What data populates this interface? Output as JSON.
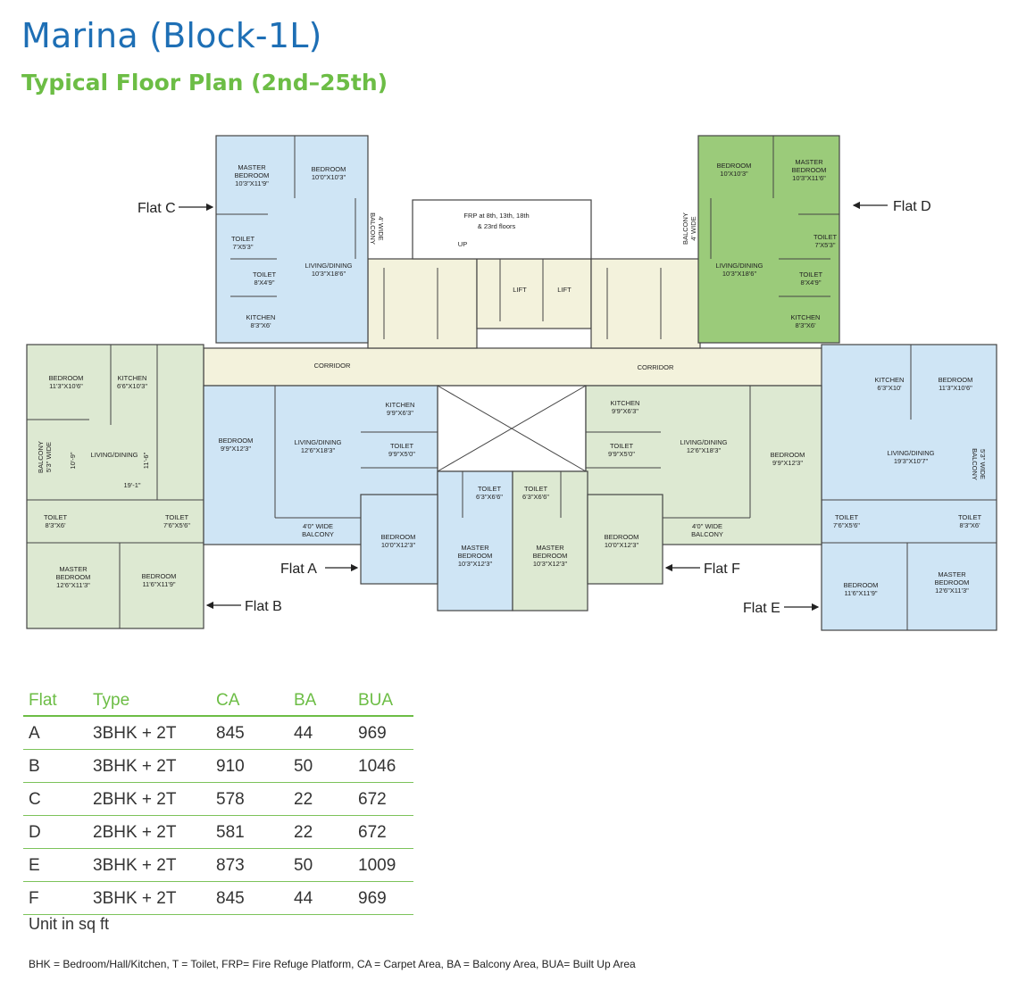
{
  "header": {
    "title": "Marina (Block-1L)",
    "subtitle": "Typical Floor Plan (2nd–25th)"
  },
  "colors": {
    "title": "#1e6fb5",
    "accent": "#6cbd45",
    "flat_blue": "#cfe5f5",
    "flat_green_light": "#dde9d2",
    "flat_green_dark": "#9bcb7a",
    "corridor": "#f3f2dc"
  },
  "plan": {
    "flat_labels": {
      "a": "Flat A",
      "b": "Flat B",
      "c": "Flat C",
      "d": "Flat D",
      "e": "Flat E",
      "f": "Flat F"
    },
    "common": {
      "corridor_left": "CORRIDOR",
      "corridor_right": "CORRIDOR",
      "lift_1": "LIFT",
      "lift_2": "LIFT",
      "frp": [
        "FRP at 8th, 13th, 18th",
        "& 23rd floors"
      ],
      "up": "UP"
    },
    "flat_c": {
      "master_bedroom": [
        "MASTER",
        "BEDROOM",
        "10'3\"X11'9\""
      ],
      "bedroom": [
        "BEDROOM",
        "10'0\"X10'3\""
      ],
      "toilet1": [
        "TOILET",
        "7'X5'3\""
      ],
      "toilet2": [
        "TOILET",
        "8'X4'9\""
      ],
      "living": [
        "LIVING/DINING",
        "10'3\"X18'6\""
      ],
      "kitchen": [
        "KITCHEN",
        "8'3\"X6'"
      ],
      "balcony": [
        "4' WIDE",
        "BALCONY"
      ]
    },
    "flat_d": {
      "bedroom": [
        "BEDROOM",
        "10'X10'3\""
      ],
      "master_bedroom": [
        "MASTER",
        "BEDROOM",
        "10'3\"X11'6\""
      ],
      "toilet1": [
        "TOILET",
        "7'X5'3\""
      ],
      "toilet2": [
        "TOILET",
        "8'X4'9\""
      ],
      "living": [
        "LIVING/DINING",
        "10'3\"X18'6\""
      ],
      "kitchen": [
        "KITCHEN",
        "8'3\"X6'"
      ],
      "balcony": [
        "BALCONY",
        "4' WIDE"
      ]
    },
    "flat_b": {
      "bedroom": [
        "BEDROOM",
        "11'3\"X10'6\""
      ],
      "kitchen": [
        "KITCHEN",
        "6'6\"X10'3\""
      ],
      "living": [
        "LIVING/DINING"
      ],
      "balcony": [
        "BALCONY",
        "5'3\" WIDE"
      ],
      "dim1": "10'-9\"",
      "dim2": "11'-6\"",
      "dim3": "19'-1\"",
      "toilet1": [
        "TOILET",
        "8'3\"X6'"
      ],
      "toilet2": [
        "TOILET",
        "7'6\"X5'6\""
      ],
      "master_bedroom": [
        "MASTER",
        "BEDROOM",
        "12'6\"X11'3\""
      ],
      "bedroom2": [
        "BEDROOM",
        "11'6\"X11'9\""
      ]
    },
    "flat_a": {
      "bedroom": [
        "BEDROOM",
        "9'9\"X12'3\""
      ],
      "living": [
        "LIVING/DINING",
        "12'6\"X18'3\""
      ],
      "kitchen": [
        "KITCHEN",
        "9'9\"X6'3\""
      ],
      "toilet1": [
        "TOILET",
        "9'9\"X5'0\""
      ],
      "toilet2": [
        "TOILET",
        "6'3\"X6'6\""
      ],
      "balcony": [
        "4'0\" WIDE",
        "BALCONY"
      ],
      "bedroom2": [
        "BEDROOM",
        "10'0\"X12'3\""
      ],
      "master_bedroom": [
        "MASTER",
        "BEDROOM",
        "10'3\"X12'3\""
      ]
    },
    "flat_f": {
      "kitchen": [
        "KITCHEN",
        "9'9\"X6'3\""
      ],
      "living": [
        "LIVING/DINING",
        "12'6\"X18'3\""
      ],
      "bedroom": [
        "BEDROOM",
        "9'9\"X12'3\""
      ],
      "toilet1": [
        "TOILET",
        "9'9\"X5'0\""
      ],
      "toilet2": [
        "TOILET",
        "6'3\"X6'6\""
      ],
      "balcony": [
        "4'0\" WIDE",
        "BALCONY"
      ],
      "bedroom2": [
        "BEDROOM",
        "10'0\"X12'3\""
      ],
      "master_bedroom": [
        "MASTER",
        "BEDROOM",
        "10'3\"X12'3\""
      ]
    },
    "flat_e": {
      "kitchen": [
        "KITCHEN",
        "6'3\"X10'"
      ],
      "bedroom": [
        "BEDROOM",
        "11'3\"X10'6\""
      ],
      "living": [
        "LIVING/DINING",
        "19'3\"X10'7\""
      ],
      "balcony": [
        "5'3\" WIDE",
        "BALCONY"
      ],
      "toilet1": [
        "TOILET",
        "7'6\"X5'6\""
      ],
      "toilet2": [
        "TOILET",
        "8'3\"X6'"
      ],
      "bedroom2": [
        "BEDROOM",
        "11'6\"X11'9\""
      ],
      "master_bedroom": [
        "MASTER",
        "BEDROOM",
        "12'6\"X11'3\""
      ]
    }
  },
  "table": {
    "headers": [
      "Flat",
      "Type",
      "CA",
      "BA",
      "BUA"
    ],
    "rows": [
      [
        "A",
        "3BHK + 2T",
        "845",
        "44",
        "969"
      ],
      [
        "B",
        "3BHK + 2T",
        "910",
        "50",
        "1046"
      ],
      [
        "C",
        "2BHK + 2T",
        "578",
        "22",
        "672"
      ],
      [
        "D",
        "2BHK + 2T",
        "581",
        "22",
        "672"
      ],
      [
        "E",
        "3BHK + 2T",
        "873",
        "50",
        "1009"
      ],
      [
        "F",
        "3BHK + 2T",
        "845",
        "44",
        "969"
      ]
    ]
  },
  "unit_note": "Unit in sq ft",
  "legend": "BHK = Bedroom/Hall/Kitchen, T = Toilet, FRP= Fire Refuge Platform, CA = Carpet Area, BA = Balcony Area, BUA= Built Up Area"
}
